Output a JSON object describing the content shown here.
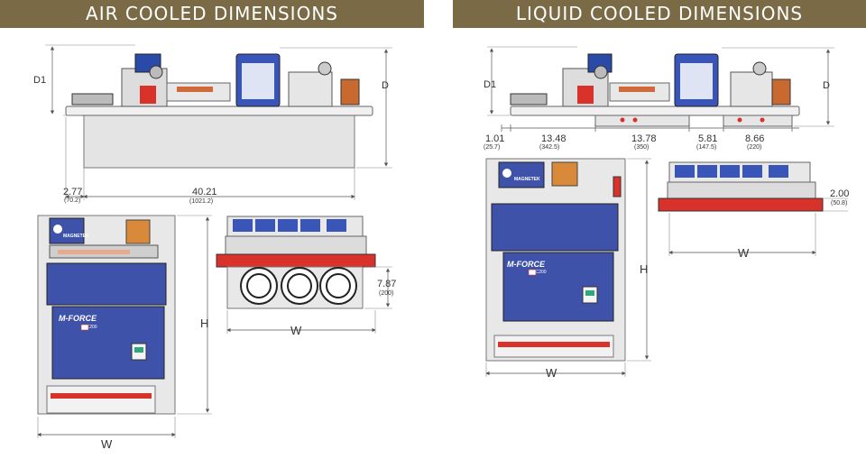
{
  "banners": {
    "air": "AIR COOLED DIMENSIONS",
    "liquid": "LIQUID COOLED DIMENSIONS"
  },
  "air": {
    "d1": "D1",
    "d": "D",
    "left_offset": "2.77",
    "left_offset_mm": "(70.2)",
    "length": "40.21",
    "length_mm": "(1021.2)",
    "fan_height": "7.87",
    "fan_height_mm": "(200)",
    "w_front": "W",
    "w_side": "W",
    "h": "H"
  },
  "liquid": {
    "d1": "D1",
    "d": "D",
    "seg1": "1.01",
    "seg1_mm": "(25.7)",
    "seg2": "13.48",
    "seg2_mm": "(342.5)",
    "seg3": "13.78",
    "seg3_mm": "(350)",
    "seg4": "5.81",
    "seg4_mm": "(147.5)",
    "seg5": "8.66",
    "seg5_mm": "(220)",
    "plate_height": "2.00",
    "plate_height_mm": "(50.8)",
    "w_front": "W",
    "w_side": "W",
    "h": "H"
  },
  "unit": {
    "brand": "MAGNETEK",
    "product": "M-FORCE",
    "model": "DC200"
  },
  "colors": {
    "banner": "#7a6a45",
    "panel_blue": "#3d52a8",
    "frame_grey": "#dcdcdc",
    "rail_red": "#d8322a",
    "tank_blue": "#3a55b8"
  }
}
